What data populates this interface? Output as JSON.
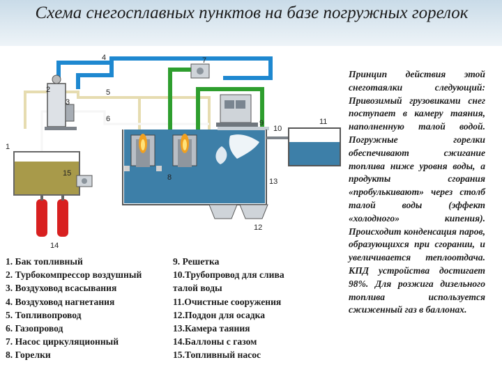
{
  "title": "Схема снегосплавных пунктов на базе погружных горелок",
  "callouts": [
    "1",
    "2",
    "3",
    "4",
    "5",
    "6",
    "7",
    "8",
    "9",
    "10",
    "11",
    "12",
    "13",
    "14",
    "15"
  ],
  "legend_left": [
    "1. Бак топливный",
    "2. Турбокомпрессор воздушный",
    "3. Воздуховод всасывания",
    "4. Воздуховод нагнетания",
    "5. Топливопровод",
    "6. Газопровод",
    "7. Насос циркуляционный",
    "8. Горелки"
  ],
  "legend_right": [
    "9. Решетка",
    "10.Трубопровод для слива",
    "талой воды",
    "11.Очистные сооружения",
    "12.Поддон для осадка",
    "13.Камера таяния",
    "14.Баллоны с газом",
    "15.Топливный насос"
  ],
  "description": "Принцип действия этой снеготаялки следующий: Привозимый грузовиками снег поступает в камеру таяния, наполненную талой водой. Погружные горелки обеспечивают сжигание топлива ниже уровня воды, а продукты сгорания «пробулькивают» через столб талой воды (эффект «холодного» кипения). Происходит конденсация паров, образующихся при сгорании, и увеличивается теплоотдача. КПД устройства достигает 98%. Для розжига дизельного топлива используется сжиженный газ в баллонах.",
  "colors": {
    "air_duct": "#1e88d0",
    "fuel_line": "#e8e0b0",
    "gas_line": "#ffffff",
    "circulation": "#2e9e2e",
    "water": "#3d7fa8",
    "fuel": "#a89a4a",
    "gas_cylinder": "#d82020",
    "flame": "#f0a020"
  },
  "icons": [
    "fuel-tank-icon",
    "compressor-icon",
    "pump-icon",
    "truck-icon",
    "burner-icon",
    "gas-cylinder-icon",
    "treatment-tank-icon",
    "sediment-tray-icon"
  ]
}
